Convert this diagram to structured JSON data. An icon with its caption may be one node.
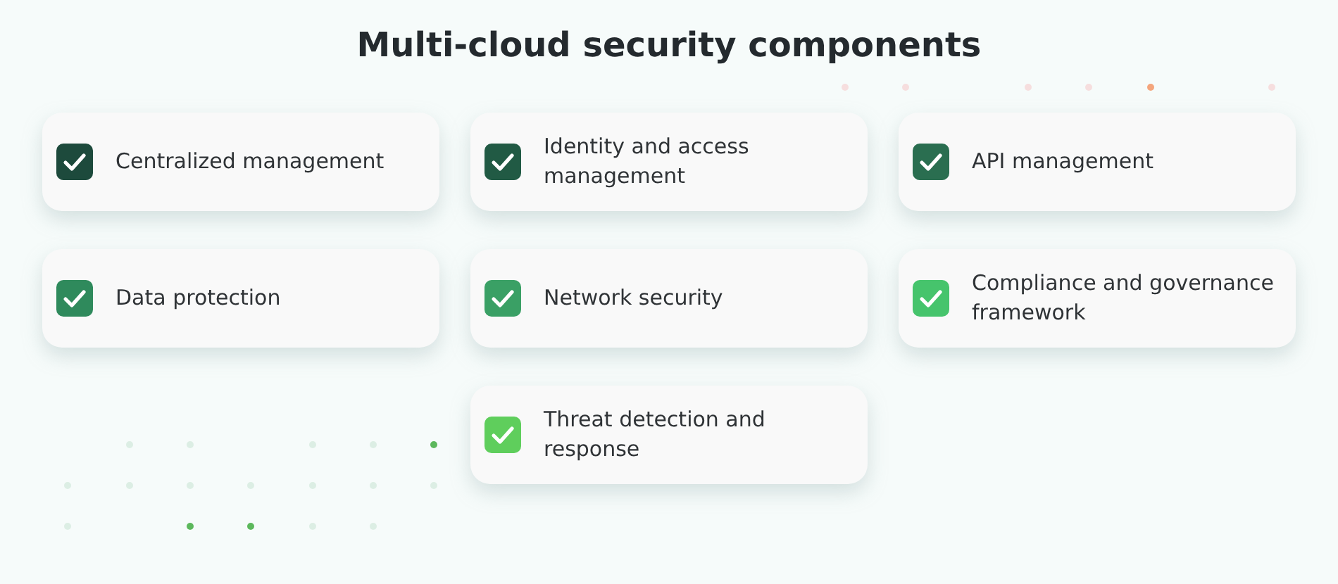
{
  "diagram": {
    "title": "Multi-cloud security components",
    "nodes": [
      {
        "text": [
          "Centralized management"
        ]
      },
      {
        "text": [
          "Identity and access management"
        ]
      },
      {
        "text": [
          "API management"
        ]
      },
      {
        "text": [
          "Data protection"
        ]
      },
      {
        "text": [
          "Network security"
        ]
      },
      {
        "text": [
          "Compliance and governance framework"
        ]
      },
      {
        "text": [
          "Threat detection and response"
        ]
      }
    ]
  }
}
